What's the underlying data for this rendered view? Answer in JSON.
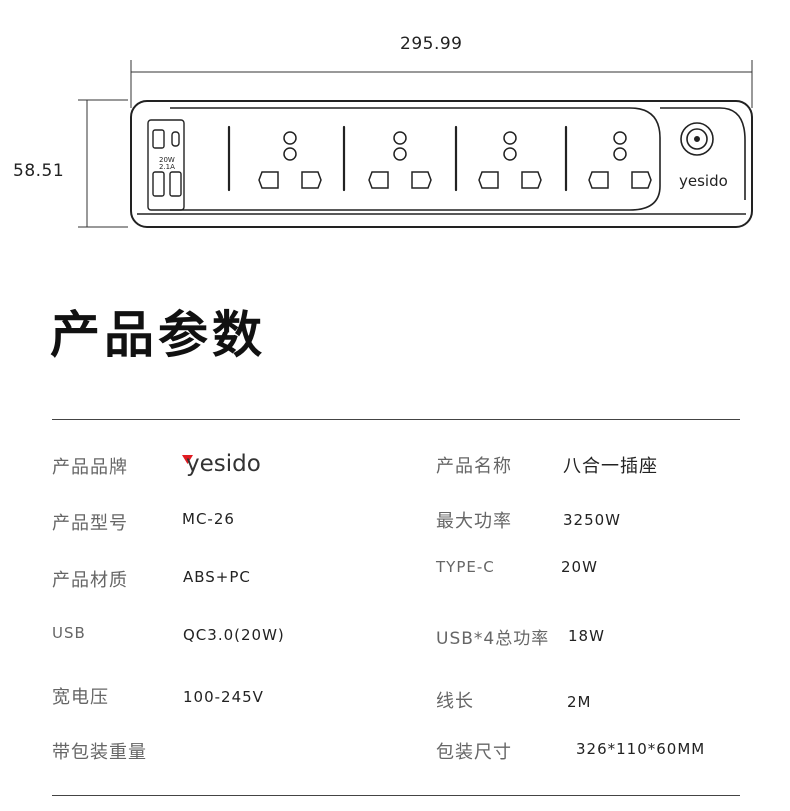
{
  "dimensions": {
    "width": "295.99",
    "height": "58.51"
  },
  "product_diagram": {
    "usb_c_label": "20W",
    "usb_a_label": "2.1A",
    "brand": "yesido",
    "outlet_count": 4
  },
  "section_title": "产品参数",
  "specs_left": [
    {
      "label": "产品品牌",
      "value": ""
    },
    {
      "label": "产品型号",
      "value": "MC-26"
    },
    {
      "label": "产品材质",
      "value": "ABS+PC"
    },
    {
      "label": "USB",
      "value": "QC3.0(20W)"
    },
    {
      "label": "宽电压",
      "value": "100-245V"
    },
    {
      "label": "带包装重量",
      "value": ""
    }
  ],
  "specs_right": [
    {
      "label": "产品名称",
      "value": "八合一插座"
    },
    {
      "label": "最大功率",
      "value": "3250W"
    },
    {
      "label": "TYPE-C",
      "value": "20W"
    },
    {
      "label": "USB*4总功率",
      "value": "18W"
    },
    {
      "label": "线长",
      "value": "2M"
    },
    {
      "label": "包装尺寸",
      "value": "326*110*60MM"
    }
  ],
  "brand_logo_text": "yesido",
  "colors": {
    "brand_red": "#e11b22",
    "text_dark": "#222222",
    "label_gray": "#666666"
  }
}
